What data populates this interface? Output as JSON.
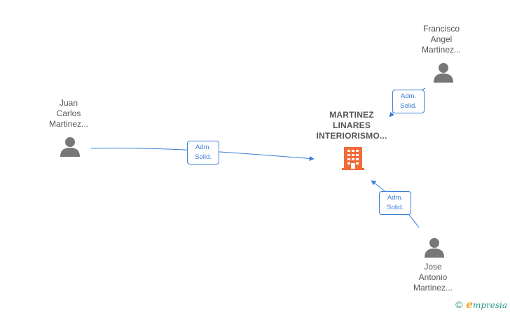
{
  "company": {
    "name_lines": [
      "MARTINEZ",
      "LINARES",
      "INTERIORISMO..."
    ],
    "icon": "building-icon",
    "color": "#f26b3a"
  },
  "persons": [
    {
      "id": "juan",
      "name_lines": [
        "Juan",
        "Carlos",
        "Martinez..."
      ],
      "icon": "person-icon"
    },
    {
      "id": "francisco",
      "name_lines": [
        "Francisco",
        "Angel",
        "Martinez..."
      ],
      "icon": "person-icon"
    },
    {
      "id": "jose",
      "name_lines": [
        "Jose",
        "Antonio",
        "Martinez..."
      ],
      "icon": "person-icon"
    }
  ],
  "relations": [
    {
      "from": "juan",
      "label_lines": [
        "Adm.",
        "Solid."
      ]
    },
    {
      "from": "francisco",
      "label_lines": [
        "Adm.",
        "Solid."
      ]
    },
    {
      "from": "jose",
      "label_lines": [
        "Adm.",
        "Solid."
      ]
    }
  ],
  "colors": {
    "edge": "#3b7dd8",
    "person": "#777777",
    "text": "#555555"
  },
  "footer": {
    "copyright_symbol": "©",
    "brand_initial": "e",
    "brand_rest": "mpresia"
  }
}
